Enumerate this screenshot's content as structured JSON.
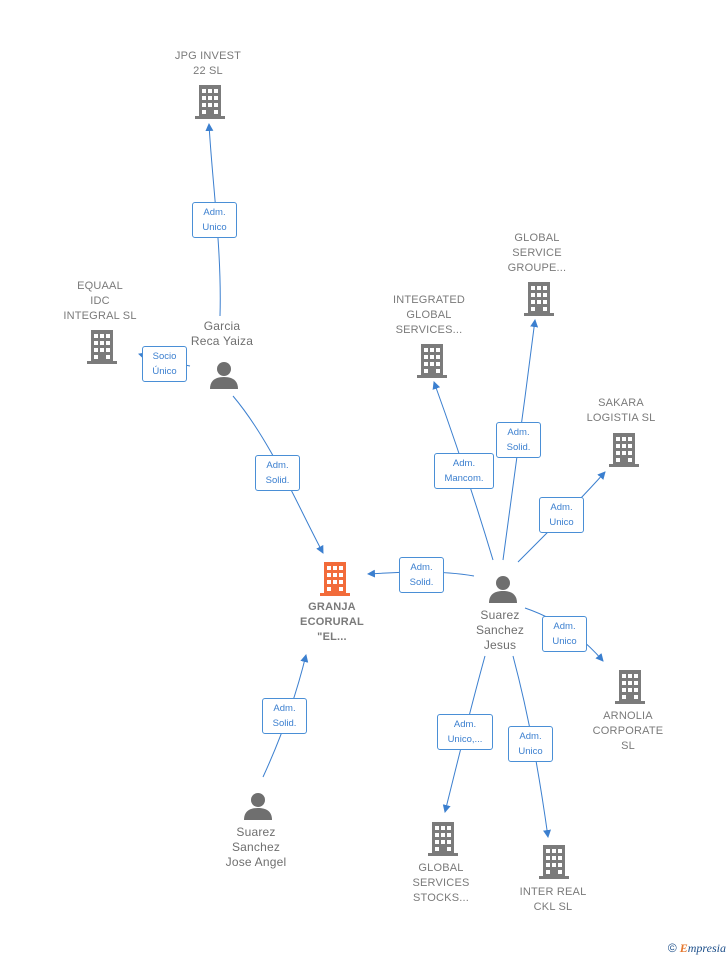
{
  "nodes": {
    "jpg_invest": [
      "JPG INVEST",
      "22  SL"
    ],
    "equaal": [
      "EQUAAL",
      "IDC",
      "INTEGRAL  SL"
    ],
    "garcia": [
      "Garcia",
      "Reca Yaiza"
    ],
    "integrated": [
      "INTEGRATED",
      "GLOBAL",
      "SERVICES..."
    ],
    "global_service_groupe": [
      "GLOBAL",
      "SERVICE",
      "GROUPE..."
    ],
    "sakara": [
      "SAKARA",
      "LOGISTIA  SL"
    ],
    "granja": [
      "GRANJA",
      "ECORURAL",
      "\"EL..."
    ],
    "suarez_jesus": [
      "Suarez",
      "Sanchez",
      "Jesus"
    ],
    "arnolia": [
      "ARNOLIA",
      "CORPORATE",
      "SL"
    ],
    "suarez_jose": [
      "Suarez",
      "Sanchez",
      "Jose Angel"
    ],
    "global_services_stocks": [
      "GLOBAL",
      "SERVICES",
      "STOCKS..."
    ],
    "inter_real": [
      "INTER REAL",
      "CKL  SL"
    ]
  },
  "relations": {
    "garcia_jpg": [
      "Adm.",
      "Unico"
    ],
    "garcia_equaal": [
      "Socio",
      "Único"
    ],
    "garcia_granja": [
      "Adm.",
      "Solid."
    ],
    "jesus_integrated": [
      "Adm.",
      "Mancom."
    ],
    "jesus_groupe": [
      "Adm.",
      "Solid."
    ],
    "jesus_sakara": [
      "Adm.",
      "Unico"
    ],
    "jesus_granja": [
      "Adm.",
      "Solid."
    ],
    "jesus_arnolia": [
      "Adm.",
      "Unico"
    ],
    "jesus_stocks": [
      "Adm.",
      "Unico,..."
    ],
    "jesus_interreal": [
      "Adm.",
      "Unico"
    ],
    "jose_granja": [
      "Adm.",
      "Solid."
    ]
  },
  "colors": {
    "edge": "#3b7fcf",
    "company_icon": "#7b7b7b",
    "center_icon": "#f26b3a",
    "person_icon": "#6f6f6f"
  },
  "icons": {
    "company": "building-icon",
    "person": "person-icon"
  },
  "footer": {
    "copyright": "©",
    "brand_first": "E",
    "brand_rest": "mpresia"
  }
}
